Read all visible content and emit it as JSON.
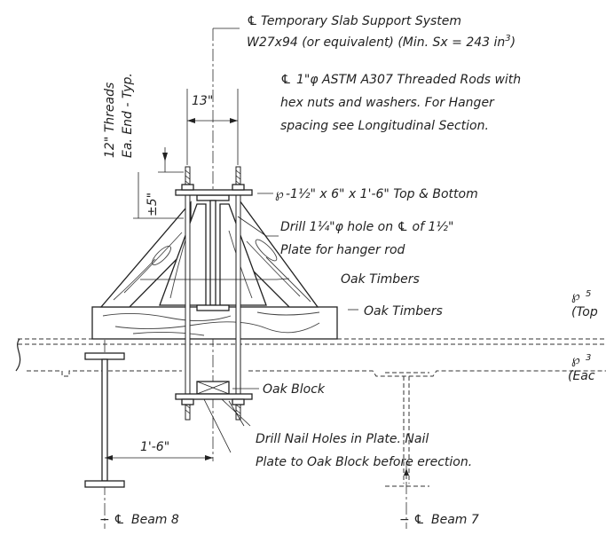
{
  "labels": {
    "temp_support_line1": "Temporary Slab Support System",
    "temp_support_line2a": "W27x94 (or equivalent) (Min. Sx = 243 in",
    "temp_support_line2_sup": "3",
    "temp_support_line2b": ")",
    "rods_line1": "1\"φ ASTM A307 Threaded Rods with",
    "rods_line2": "hex nuts and washers.  For Hanger",
    "rods_line3": "spacing see Longitudinal Section.",
    "threads_line1": "12\" Threads",
    "threads_line2": "Ea. End - Typ.",
    "dim_13": "13\"",
    "dim_5": "±5\"",
    "plate_top_bottom": "-1½\" x 6\" x 1'-6\" Top & Bottom",
    "drill_line1": "Drill 1¼\"φ hole on",
    "drill_line1b": "of 1½\"",
    "drill_line2": "Plate for hanger rod",
    "oak_timbers_1": "Oak Timbers",
    "oak_timbers_2": "Oak Timbers",
    "oak_block": "Oak Block",
    "nail_line1": "Drill Nail Holes in Plate.  Nail",
    "nail_line2": "Plate to Oak Block before erection.",
    "dim_1_6": "1'-6\"",
    "beam8": "Beam 8",
    "beam7": "Beam 7",
    "right_frag1a": "5",
    "right_frag1b": "(Top",
    "right_frag2a": "3",
    "right_frag2b": "(Eac"
  }
}
